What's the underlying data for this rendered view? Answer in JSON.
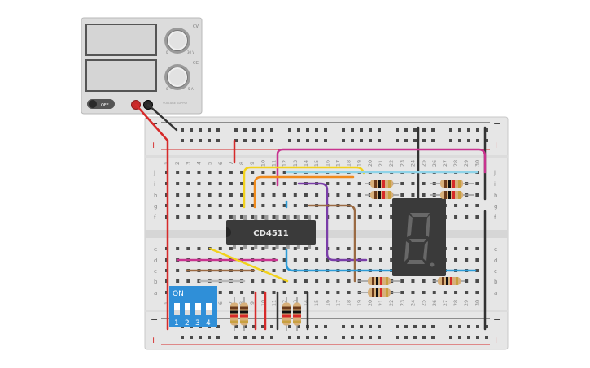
{
  "power_supply": {
    "display_top": "",
    "display_bottom": "",
    "knob_top_label": "CV",
    "knob_top_min": "0",
    "knob_top_max": "30 V",
    "knob_bottom_label": "CC",
    "knob_bottom_min": "0",
    "knob_bottom_max": "5 A",
    "switch_label": "OFF",
    "brand": "VOLTAGE SUPPLY"
  },
  "breadboard": {
    "rail_plus": "+",
    "rail_minus": "−",
    "row_labels_top": [
      "j",
      "i",
      "h",
      "g",
      "f"
    ],
    "row_labels_bottom": [
      "e",
      "d",
      "c",
      "b",
      "a"
    ],
    "columns": [
      "1",
      "2",
      "3",
      "4",
      "5",
      "6",
      "7",
      "8",
      "9",
      "10",
      "11",
      "12",
      "13",
      "14",
      "15",
      "16",
      "17",
      "18",
      "19",
      "20",
      "21",
      "22",
      "23",
      "24",
      "25",
      "26",
      "27",
      "28",
      "29",
      "30"
    ]
  },
  "ic": {
    "label": "CD4511"
  },
  "dip_switch": {
    "label": "ON",
    "numbers": [
      "1",
      "2",
      "3",
      "4"
    ]
  },
  "seven_segment": {
    "digit": "8"
  },
  "colors": {
    "board": "#e6e6e6",
    "wire_red": "#d62a2a",
    "wire_black": "#333333",
    "wire_yellow": "#f2d21d",
    "wire_orange": "#f08a1c",
    "wire_magenta": "#c8338f",
    "wire_purple": "#7a3da8",
    "wire_brown": "#9a6a43",
    "wire_blue": "#2c9bd6",
    "dip_blue": "#2f8fd8"
  }
}
